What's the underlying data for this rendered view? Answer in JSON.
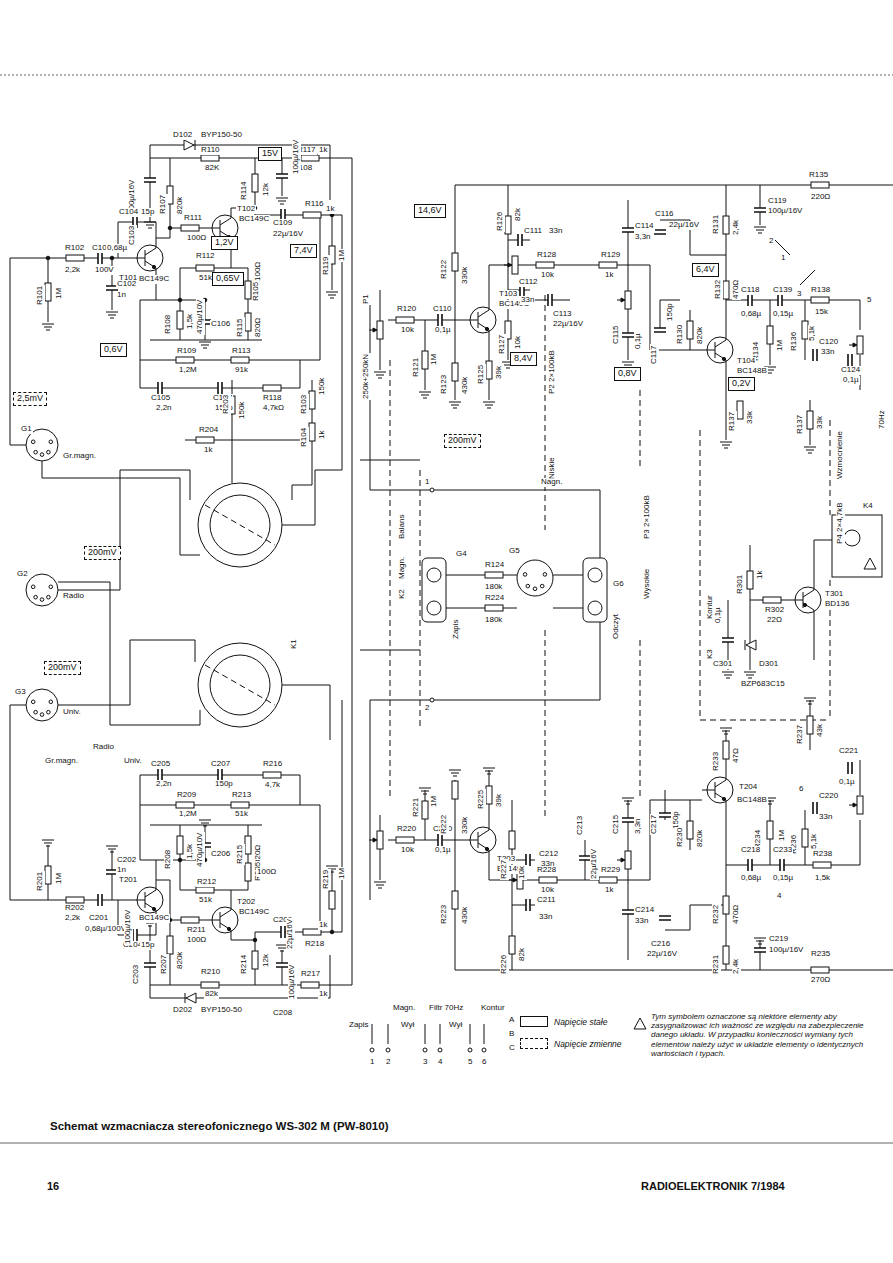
{
  "diagram": {
    "caption": "Schemat wzmacniacza stereofonicznego WS-302 M (PW-8010)",
    "nodes": [
      {
        "text": [
          "15V"
        ]
      },
      {
        "text": [
          "14,6V"
        ]
      },
      {
        "text": [
          "1,2V"
        ]
      },
      {
        "text": [
          "7,4V"
        ]
      },
      {
        "text": [
          "0,65V"
        ]
      },
      {
        "text": [
          "0,6V"
        ]
      },
      {
        "text": [
          "2,5mV"
        ]
      },
      {
        "text": [
          "200mV"
        ]
      },
      {
        "text": [
          "200mV"
        ]
      },
      {
        "text": [
          "200mV"
        ]
      },
      {
        "text": [
          "8,4V"
        ]
      },
      {
        "text": [
          "0,8V"
        ]
      },
      {
        "text": [
          "6,4V"
        ]
      },
      {
        "text": [
          "0,2V"
        ]
      }
    ],
    "labels": [
      "D102",
      "BYP150-50",
      "R110",
      "82K",
      "R117",
      "1k",
      "C103",
      "100µ/16V",
      "R107",
      "820k",
      "R114",
      "12k",
      "C108",
      "100µ/16V",
      "C104",
      "15p",
      "R111",
      "100Ω",
      "T102",
      "BC149C",
      "R116",
      "1k",
      "C109",
      "22µ/16V",
      "R119",
      "1M",
      "R102",
      "C101",
      "0,68µ",
      "2,2k",
      "100V",
      "T101",
      "BC149C",
      "R101",
      "1M",
      "C102",
      "1n",
      "R112",
      "51k",
      "R105a",
      "100Ω",
      "R108",
      "1,5k",
      "470µ/10V",
      "C106",
      "R115",
      "820Ω",
      "R109",
      "1,2M",
      "R113",
      "91k",
      "C105",
      "2,2n",
      "C107",
      "150p",
      "R118",
      "4,7kΩ",
      "G1",
      "Gr.magn.",
      "R203",
      "150k",
      "R204",
      "1k",
      "R103",
      "150k",
      "R104",
      "1k",
      "G2",
      "Radio",
      "G3",
      "Univ.",
      "Radio",
      "Gr.magn.",
      "Univ.",
      "Balans",
      "K2",
      "Magn.",
      "K1",
      "1",
      "Nagn.",
      "2",
      "G4",
      "R124",
      "180k",
      "G5",
      "G6",
      "Zapis",
      "R224",
      "180k",
      "Odczyt",
      "P1",
      "250k+250kN",
      "R120",
      "10k",
      "C110",
      "0,1µ",
      "R121",
      "1M",
      "R122",
      "330k",
      "T103",
      "BC149C",
      "R123",
      "430k",
      "R125",
      "39k",
      "R126",
      "82k",
      "C111",
      "33n",
      "R128",
      "10k",
      "R129",
      "1k",
      "C112",
      "33n",
      "R127",
      "10k",
      "C113",
      "22µ/16V",
      "C114",
      "3,3n",
      "C115",
      "0,1µ",
      "C116",
      "22µ/16V",
      "P2 2×100kB",
      "Niskie",
      "Wysokie",
      "P3 2×100kB",
      "R131",
      "2,4k",
      "C119",
      "100µ/16V",
      "R135",
      "220Ω",
      "R132",
      "470Ω",
      "C117",
      "150p",
      "R130",
      "820k",
      "C118",
      "0,68µ",
      "C139",
      "0,15µ",
      "R138",
      "15k",
      "R134",
      "1M",
      "R136",
      "5,1k",
      "C120",
      "33n",
      "C124",
      "0,1µ",
      "T104",
      "BC148B",
      "R137",
      "33k",
      "R137",
      "33k",
      "Wzmocnienie",
      "P4 2×4,7kB",
      "70Hz",
      "K4",
      "K3",
      "Kontur",
      "R301",
      "1k",
      "R302",
      "22Ω",
      "T301",
      "BD136",
      "C301",
      "0,1µ",
      "D301",
      "BZP683C15",
      "2",
      "1",
      "3",
      "5",
      "R221",
      "1M",
      "R220",
      "10k",
      "C210",
      "0,1µ",
      "R223",
      "430k",
      "R225",
      "39k",
      "T203",
      "BC149C",
      "R222",
      "330k",
      "R227",
      "10k",
      "C212",
      "33n",
      "R228",
      "10k",
      "R229",
      "1k",
      "C213",
      "22µ/16V",
      "C215",
      "3,3n",
      "C211",
      "33n",
      "R226",
      "82k",
      "C214",
      "33n",
      "T204",
      "BC148B",
      "R233",
      "47Ω",
      "C217",
      "150p",
      "R230",
      "820k",
      "R237",
      "43k",
      "C221",
      "0,1µ",
      "C220",
      "33n",
      "R234",
      "1M",
      "R236",
      "5,1k",
      "C218",
      "0,68µ",
      "C233",
      "0,15µ",
      "R238",
      "1,5k",
      "R232",
      "470Ω",
      "R231",
      "2,4k",
      "C216",
      "22µ/16V",
      "C219",
      "100µ/16V",
      "R235",
      "270Ω",
      "6",
      "4",
      "C205",
      "2,2n",
      "C207",
      "150p",
      "R216",
      "4,7k",
      "R209",
      "1,2M",
      "R213",
      "51k",
      "R208",
      "1,5k",
      "470µ/10V",
      "C206",
      "R215",
      "820Ω",
      "R212",
      "51k",
      "T201",
      "BC149C",
      "R205",
      "100Ω",
      "T202",
      "BC149C",
      "R201",
      "1M",
      "C202",
      "1n",
      "R202",
      "2,2k",
      "C201",
      "0,68µ/100V",
      "C204",
      "15p",
      "R211",
      "100Ω",
      "R207",
      "820k",
      "C203",
      "100µ/16V",
      "R214",
      "12k",
      "R210",
      "82k",
      "D202",
      "BYP150-50",
      "R217",
      "1k",
      "C208",
      "100µ/16V",
      "C209",
      "22µ/16V",
      "R218",
      "1k",
      "R219",
      "1M",
      "Magn.",
      "Filtr 70Hz",
      "Kontur",
      "Zapis",
      "Wył",
      "Wył",
      "A",
      "B",
      "C",
      "1",
      "2",
      "3",
      "4",
      "5",
      "6",
      "Tym symbolem oznaczone są niektóre elementy aby zasygnalizować ich ważność ze względu na zabezpieczenie danego układu. W przypadku konieczności wymiany tych elementów należy użyć w układzie elementy o identycznych wartościach i typach.",
      "16",
      "RADIOELEKTRONIK 7/1984"
    ],
    "legend": [
      {
        "text": "Napięcie stałe"
      },
      {
        "text": "Napięcie zmienne"
      }
    ]
  }
}
